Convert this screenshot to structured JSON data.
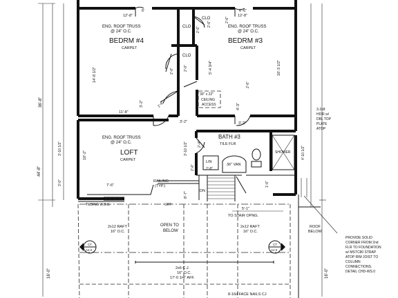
{
  "rooms": {
    "bedroom4": {
      "title": "BEDRM #4",
      "truss": "ENG. ROOF TRUSS",
      "spacing": "@ 24\" O.C.",
      "floor": "CARPET"
    },
    "bedroom3": {
      "title": "BEDRM #3",
      "truss": "ENG. ROOF TRUSS",
      "spacing": "@ 24\" O.C.",
      "floor": "CARPET"
    },
    "loft": {
      "title": "LOFT",
      "truss": "ENG. ROOF TRUSS",
      "spacing": "@ 24\" O.C.",
      "floor": "CARPET"
    },
    "bath3": {
      "title": "BATH #3",
      "floor": "TILE FLR"
    }
  },
  "labels": {
    "clo_a": "CLO",
    "clo_b": "CLO",
    "clo_c": "CLO",
    "ceiling_access_1": "30\" x 22\"",
    "ceiling_access_2": "CEILING",
    "ceiling_access_3": "ACCESS",
    "lin": "LIN",
    "van": "36\" VAN",
    "shower": "SHOWER",
    "railing_1": "RAILING",
    "railing_2": "(TYP.)",
    "open_1": "OPEN TO",
    "open_2": "BELOW",
    "stair_opng": "TO STAIR OPNG.",
    "dn": "DN",
    "roof_below_1": "ROOF",
    "roof_below_2": "BELOW",
    "rafter_left_1": "2x12 RAFT",
    "rafter_left_2": "16\" O.C.",
    "rafter_right_1": "2x12 RAFT",
    "rafter_right_2": "16\" O.C.",
    "cj_1": "2x6 C.J.",
    "cj_2": "16\" O.C.",
    "cj_3": "17'-0 1/4\" AFF.",
    "face_nails": "8-16d FACE NAILS CJ",
    "tubing": "TUBING W.B.S.",
    "grt": "GRT",
    "header_1": "3-2x8",
    "header_2": "HD'R w/",
    "header_3": "DBL TOP",
    "header_4": "PLATE",
    "header_5": "ATOP",
    "note_1": "PROVIDE SOLID",
    "note_2": "CORNER FROM 2nd",
    "note_3": "FLR TO FOUNDATION",
    "note_4": "w/ MSTC80 STRAP",
    "note_5": "ATOP RIM JOIST TO",
    "note_6": "COLUMN",
    "note_7": "CONNECTIONS.",
    "note_8": "DETAIL CHD-WS.0",
    "sec_left_top": "CT",
    "sec_left_bot": "A2.0",
    "sec_right_top": "CT",
    "sec_right_bot": "A2.0"
  },
  "dimensions": {
    "d_6a": "6'",
    "d_12_8a": "12'-8\"",
    "d_6b": "6'-6\"",
    "d_12_8b": "12'-8\"",
    "d_14_8": "14'-8 1/2\"",
    "d_16_3": "16'-3 1/2\"",
    "d_5_4": "5'-4 3/4\"",
    "d_11_8": "11'-8\"",
    "d_3_2a": "3'-2\"",
    "d_3_2b": "3'-2\"",
    "d_4_3": "4'-3\"",
    "d_3_2c": "3'-2\"",
    "d_10_2": "10'-2\"",
    "d_7_6": "7'-6\"",
    "d_8_7": "8'-7\"",
    "d_2_6": "2'-6\"",
    "d_3_10": "3'-10 1/2\"",
    "d_1_6": "1'-6\"",
    "d_2_8": "2'-8\"",
    "d_5_1": "5'-1\"",
    "left_36": "36'-8\"",
    "left_44": "44'-8\"",
    "left_16": "16'-0\"",
    "right_16": "16'-0\"",
    "side_a": "3'-0\"",
    "side_b": "3'-10 1/2\"",
    "side_c": "4'-10 1/2\""
  },
  "doors": {
    "d1": "2'-6\"",
    "d2": "2'-6\"",
    "d3": "2'-0\"",
    "d4": "2'-0\"",
    "d5": "2'-6\"",
    "d6": "2'-6\"",
    "d7": "2'-4\"",
    "d8": "2'-6\""
  }
}
